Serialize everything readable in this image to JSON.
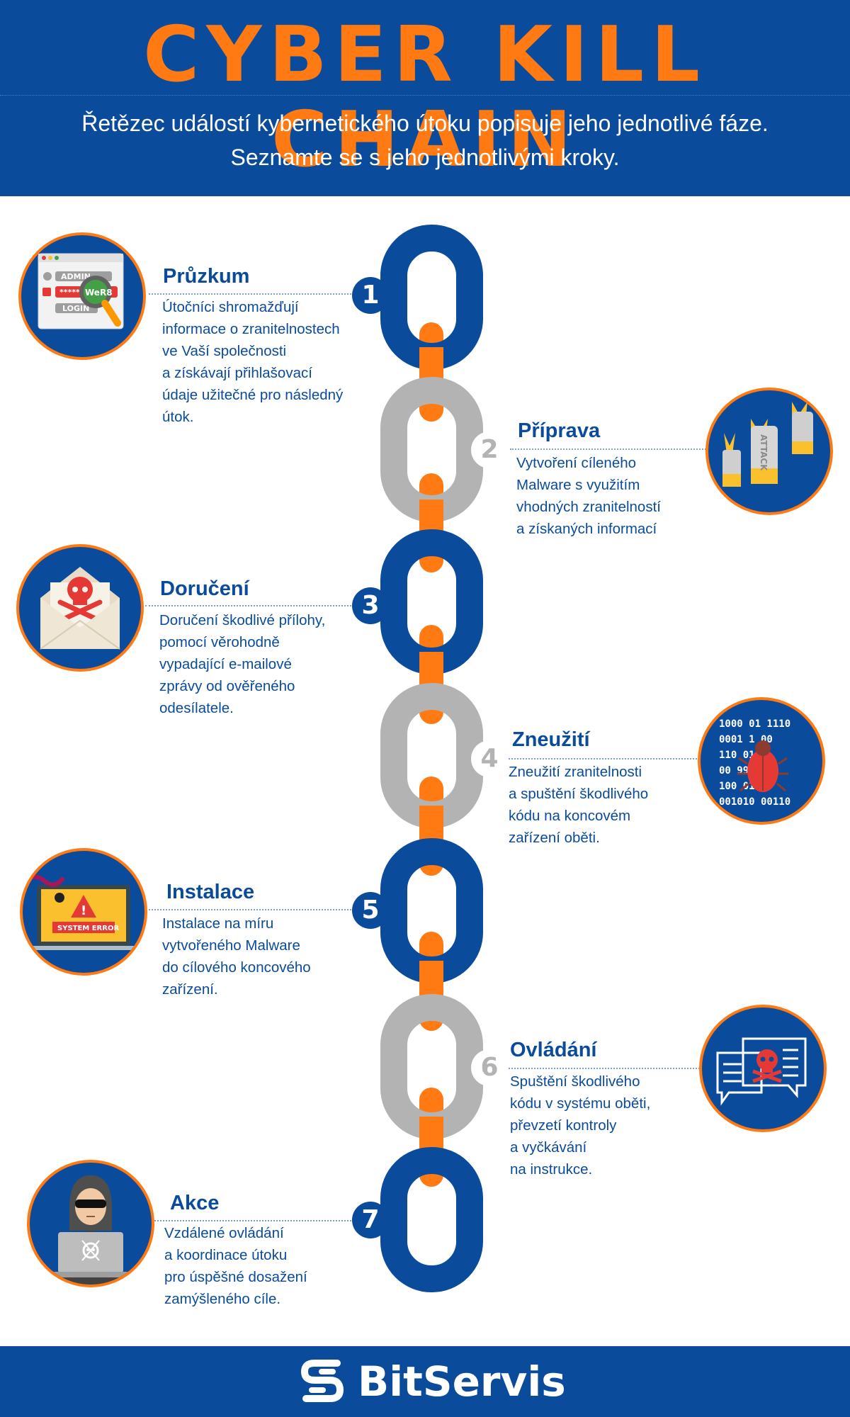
{
  "header": {
    "title": "CYBER KILL CHAIN",
    "subtitle": "Řetězec událostí kybernetického útoku popisuje jeho jednotlivé fáze. Seznamte se s jeho jednotlivými kroky."
  },
  "steps": [
    {
      "number": "1",
      "title": "Průzkum",
      "description": "Útočníci shromažďují\ninformace o zranitelnostech\nve Vaší společnosti\na získávají přihlašovací\núdaje užitečné pro následný\nútok."
    },
    {
      "number": "2",
      "title": "Příprava",
      "description": "Vytvoření cíleného\nMalware s využitím\nvhodných zranitelností\na získaných informací"
    },
    {
      "number": "3",
      "title": "Doručení",
      "description": "Doručení škodlivé přílohy,\npomocí věrohodně\nvypadající e-mailové\nzprávy od ověřeného\nodesílatele."
    },
    {
      "number": "4",
      "title": "Zneužití",
      "description": "Zneužití zranitelnosti\na spuštění škodlivého\nkódu na koncovém\nzařízení oběti."
    },
    {
      "number": "5",
      "title": "Instalace",
      "description": "Instalace na míru\nvytvořeného Malware\ndo cílového koncového\nzařízení."
    },
    {
      "number": "6",
      "title": "Ovládání",
      "description": "Spuštění škodlivého\nkódu v systému oběti,\npřevzetí kontroly\na vyčkávání\nna instrukce."
    },
    {
      "number": "7",
      "title": "Akce",
      "description": "Vzdálené ovládání\na koordinace útoku\npro úspěšné dosažení\nzamýšleného cíle."
    }
  ],
  "illustrations": {
    "step1": {
      "icon": "login-magnifier-icon",
      "labels": [
        "ADMIN",
        "WeR8",
        "LOGIN"
      ]
    },
    "step2": {
      "icon": "bombs-icon",
      "label": "ATTACK"
    },
    "step3": {
      "icon": "envelope-skull-icon"
    },
    "step4": {
      "icon": "bug-binary-icon",
      "binary_rows": [
        "1000 01 1110",
        "0001    1 00",
        "110       010",
        "00          990",
        "100        011",
        "001010 00110"
      ]
    },
    "step5": {
      "icon": "laptop-error-icon",
      "label": "SYSTEM ERROR"
    },
    "step6": {
      "icon": "chat-skull-icon"
    },
    "step7": {
      "icon": "hacker-laptop-icon"
    }
  },
  "colors": {
    "blue": "#0a4b9b",
    "orange": "#ff7a12",
    "gray": "#b3b3b3"
  },
  "footer": {
    "brand": "BitServis",
    "icon": "bitservis-logo-icon"
  }
}
